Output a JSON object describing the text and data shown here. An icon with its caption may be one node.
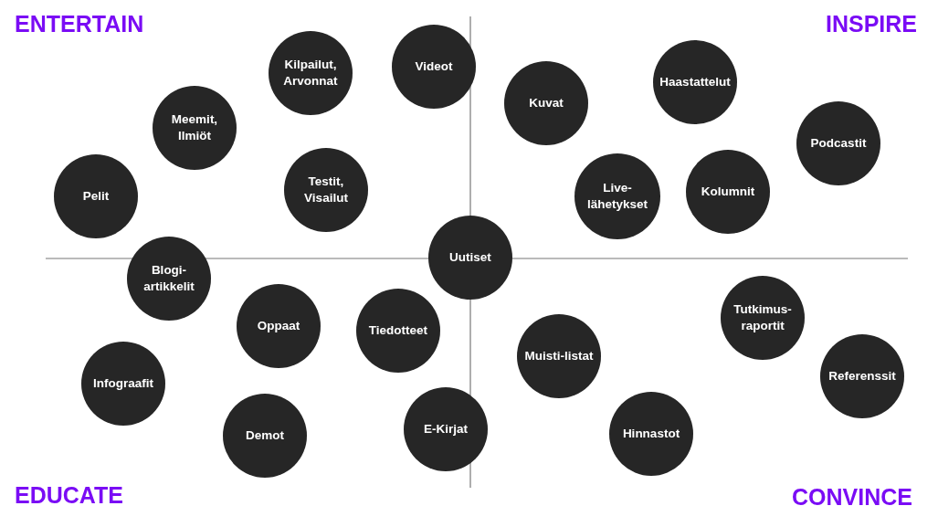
{
  "diagram": {
    "nodes": [
      {
        "text": [
          "Kilpailut, Arvonnat"
        ]
      },
      {
        "text": [
          "Videot"
        ]
      },
      {
        "text": [
          "Kuvat"
        ]
      },
      {
        "text": [
          "Haastattelut"
        ]
      },
      {
        "text": [
          "Meemit, Ilmiöt"
        ]
      },
      {
        "text": [
          "Podcastit"
        ]
      },
      {
        "text": [
          "Pelit"
        ]
      },
      {
        "text": [
          "Testit, Visailut"
        ]
      },
      {
        "text": [
          "Live-lähetykset"
        ]
      },
      {
        "text": [
          "Kolumnit"
        ]
      },
      {
        "text": [
          "Uutiset"
        ]
      },
      {
        "text": [
          "Blogi-artikkelit"
        ]
      },
      {
        "text": [
          "Oppaat"
        ]
      },
      {
        "text": [
          "Tiedotteet"
        ]
      },
      {
        "text": [
          "Tutkimus-raportit"
        ]
      },
      {
        "text": [
          "Muisti-listat"
        ]
      },
      {
        "text": [
          "Referenssit"
        ]
      },
      {
        "text": [
          "Infograafit"
        ]
      },
      {
        "text": [
          "Demot"
        ]
      },
      {
        "text": [
          "E-Kirjat"
        ]
      },
      {
        "text": [
          "Hinnastot"
        ]
      }
    ],
    "edges": [],
    "labels": [
      "ENTERTAIN",
      "INSPIRE",
      "EDUCATE",
      "CONVINCE"
    ]
  }
}
